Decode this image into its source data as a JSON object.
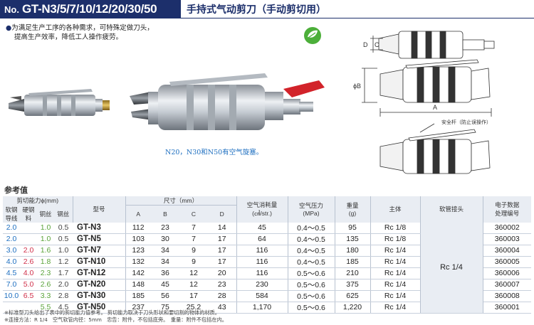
{
  "header": {
    "no_label": "No.",
    "model_range": "GT-N3/5/7/10/12/20/30/50",
    "title": "手持式气动剪刀（手动剪切用）"
  },
  "description": {
    "bullet": "●",
    "line1": "为满足生产工序的各种需求，可特殊定做刀头，",
    "line2": "提高生产效率，降低工人操作疲劳。"
  },
  "photo_caption": "N20，N30和N50有空气旋塞。",
  "drawing_labels": {
    "D": "D",
    "C": "C",
    "phiB": "ϕB",
    "A": "A",
    "safety": "安全杆（防止误操作）"
  },
  "reference_title": "参考值",
  "table": {
    "cut_header": "剪切能力ϕ(mm)",
    "cut_sub": [
      "软钢导线",
      "硬钢料",
      "铜丝",
      "钢丝"
    ],
    "model_header": "型号",
    "size_header": "尺寸（mm）",
    "size_cols": [
      "A",
      "B",
      "C",
      "D"
    ],
    "air_consumption": [
      "空气消耗量",
      "(㎤/str.)"
    ],
    "air_pressure": [
      "空气压力",
      "(MPa)"
    ],
    "weight": [
      "重量",
      "(g)"
    ],
    "body": "主体",
    "hose": "软管接头",
    "code": [
      "电子数据",
      "处理编号"
    ],
    "hose_value": "Rc 1/4",
    "rows": [
      {
        "c1": "2.0",
        "c2": "",
        "c3": "1.0",
        "c4": "0.5",
        "model": "GT-N3",
        "A": "112",
        "B": "23",
        "C": "7",
        "D": "14",
        "air": "45",
        "pressure": "0.4～0.5",
        "weight": "95",
        "body": "Rc 1/8",
        "code": "360002"
      },
      {
        "c1": "2.0",
        "c2": "",
        "c3": "1.0",
        "c4": "0.5",
        "model": "GT-N5",
        "A": "103",
        "B": "30",
        "C": "7",
        "D": "17",
        "air": "64",
        "pressure": "0.4～0.5",
        "weight": "135",
        "body": "Rc 1/8",
        "code": "360003"
      },
      {
        "c1": "3.0",
        "c2": "2.0",
        "c3": "1.6",
        "c4": "1.0",
        "model": "GT-N7",
        "A": "123",
        "B": "34",
        "C": "9",
        "D": "17",
        "air": "116",
        "pressure": "0.4～0.5",
        "weight": "180",
        "body": "Rc 1/4",
        "code": "360004"
      },
      {
        "c1": "4.0",
        "c2": "2.6",
        "c3": "1.8",
        "c4": "1.2",
        "model": "GT-N10",
        "A": "132",
        "B": "34",
        "C": "9",
        "D": "17",
        "air": "116",
        "pressure": "0.4～0.5",
        "weight": "185",
        "body": "Rc 1/4",
        "code": "360005"
      },
      {
        "c1": "4.5",
        "c2": "4.0",
        "c3": "2.3",
        "c4": "1.7",
        "model": "GT-N12",
        "A": "142",
        "B": "36",
        "C": "12",
        "D": "20",
        "air": "116",
        "pressure": "0.5～0.6",
        "weight": "210",
        "body": "Rc 1/4",
        "code": "360006"
      },
      {
        "c1": "7.0",
        "c2": "5.0",
        "c3": "2.6",
        "c4": "2.0",
        "model": "GT-N20",
        "A": "148",
        "B": "45",
        "C": "12",
        "D": "23",
        "air": "230",
        "pressure": "0.5～0.6",
        "weight": "375",
        "body": "Rc 1/4",
        "code": "360007"
      },
      {
        "c1": "10.0",
        "c2": "6.5",
        "c3": "3.3",
        "c4": "2.8",
        "model": "GT-N30",
        "A": "185",
        "B": "56",
        "C": "17",
        "D": "28",
        "air": "584",
        "pressure": "0.5～0.6",
        "weight": "625",
        "body": "Rc 1/4",
        "code": "360008"
      },
      {
        "c1": "",
        "c2": "",
        "c3": "5.5",
        "c4": "4.5",
        "model": "GT-N50",
        "A": "237",
        "B": "75",
        "C": "25.2",
        "D": "43",
        "air": "1,170",
        "pressure": "0.5～0.6",
        "weight": "1,220",
        "body": "Rc 1/4",
        "code": "360001"
      }
    ]
  },
  "footnotes": {
    "line1": "※标准型刀头给出了表中的剪切能力值参考。 剪切能力取决于刀头形状和要切割的物体的材质。",
    "line2": "※连接方法：R 1/4　空气软管内径：5mm　忠告：附件，不包括底旁。　重量：附件不包括在内。"
  },
  "colors": {
    "navy": "#1c2f6b",
    "blue": "#1e6fc0",
    "red": "#d0304a",
    "green": "#5aa33a",
    "header_bg": "#e9edf3"
  }
}
